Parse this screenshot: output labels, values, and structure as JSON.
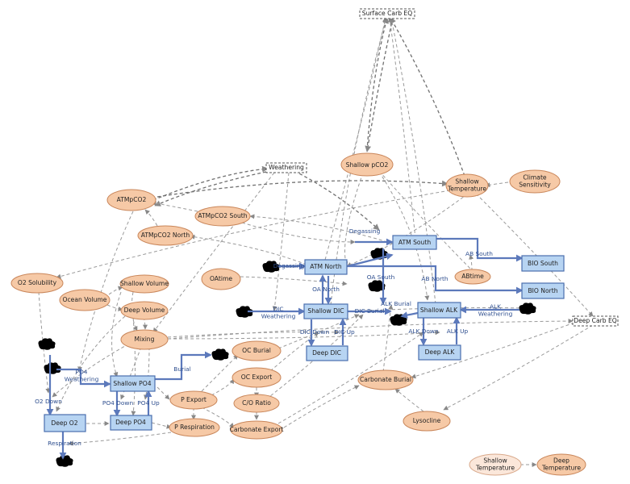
{
  "diagram": {
    "stocks": [
      {
        "id": "atm_south",
        "label": "ATM South"
      },
      {
        "id": "atm_north",
        "label": "ATM North"
      },
      {
        "id": "bio_south",
        "label": "BIO South"
      },
      {
        "id": "bio_north",
        "label": "BIO North"
      },
      {
        "id": "shallow_dic",
        "label": "Shallow DIC"
      },
      {
        "id": "deep_dic",
        "label": "Deep DIC"
      },
      {
        "id": "shallow_alk",
        "label": "Shallow ALK"
      },
      {
        "id": "deep_alk",
        "label": "Deep ALK"
      },
      {
        "id": "shallow_po4",
        "label": "Shallow PO4"
      },
      {
        "id": "deep_po4",
        "label": "Deep PO4"
      },
      {
        "id": "deep_o2",
        "label": "Deep O2"
      }
    ],
    "converters": [
      {
        "id": "shallow_pco2",
        "label": "Shallow pCO2"
      },
      {
        "id": "shallow_temp",
        "label": "Shallow Temperature"
      },
      {
        "id": "climate_sens",
        "label": "Climate Sensitivity"
      },
      {
        "id": "atmpco2",
        "label": "ATMpCO2"
      },
      {
        "id": "atmpco2_south",
        "label": "ATMpCO2 South"
      },
      {
        "id": "atmpco2_north",
        "label": "ATMpCO2 North"
      },
      {
        "id": "oatime",
        "label": "OAtime"
      },
      {
        "id": "abtime",
        "label": "ABtime"
      },
      {
        "id": "o2_sol",
        "label": "O2 Solubility"
      },
      {
        "id": "ocean_vol",
        "label": "Ocean Volume"
      },
      {
        "id": "shallow_vol",
        "label": "Shallow Volume"
      },
      {
        "id": "deep_vol",
        "label": "Deep Volume"
      },
      {
        "id": "mixing",
        "label": "Mixing"
      },
      {
        "id": "oc_burial",
        "label": "OC Burial"
      },
      {
        "id": "oc_export",
        "label": "OC Export"
      },
      {
        "id": "p_export",
        "label": "P Export"
      },
      {
        "id": "co_ratio",
        "label": "C/O Ratio"
      },
      {
        "id": "p_resp",
        "label": "P Respiration"
      },
      {
        "id": "carb_export",
        "label": "Carbonate Export"
      },
      {
        "id": "carb_burial",
        "label": "Carbonate Burial"
      },
      {
        "id": "lysocline",
        "label": "Lysocline"
      },
      {
        "id": "shallow_temp2",
        "label": "Shallow Temperature"
      },
      {
        "id": "deep_temp",
        "label": "Deep Temperature"
      }
    ],
    "references": [
      {
        "id": "surface_carb_eq",
        "label": "Surface Carb EQ"
      },
      {
        "id": "weathering",
        "label": "Weathering"
      },
      {
        "id": "deep_carb_eq",
        "label": "Deep Carb EQ"
      }
    ],
    "flows": [
      {
        "id": "degassing_top",
        "label": "Degassing"
      },
      {
        "id": "degassing_mid",
        "label": "Degassing"
      },
      {
        "id": "ab_south",
        "label": "AB South"
      },
      {
        "id": "ab_north",
        "label": "AB North"
      },
      {
        "id": "oa_south",
        "label": "OA South"
      },
      {
        "id": "oa_north",
        "label": "OA North"
      },
      {
        "id": "dic_weathering",
        "label": "DIC Weathering"
      },
      {
        "id": "alk_weathering",
        "label": "ALK Weathering"
      },
      {
        "id": "alk_burial",
        "label": "ALK Burial"
      },
      {
        "id": "dic_burial",
        "label": "DIC Burial"
      },
      {
        "id": "dic_down",
        "label": "DIC Down"
      },
      {
        "id": "dic_up",
        "label": "DIC Up"
      },
      {
        "id": "alk_down",
        "label": "ALK Down"
      },
      {
        "id": "alk_up",
        "label": "ALK Up"
      },
      {
        "id": "po4_weathering",
        "label": "PO4 Weathering"
      },
      {
        "id": "burial",
        "label": "Burial"
      },
      {
        "id": "po4_down",
        "label": "PO4 Down"
      },
      {
        "id": "po4_up",
        "label": "PO4 Up"
      },
      {
        "id": "o2_down",
        "label": "O2 Down"
      },
      {
        "id": "respiration",
        "label": "Respiration"
      }
    ]
  }
}
